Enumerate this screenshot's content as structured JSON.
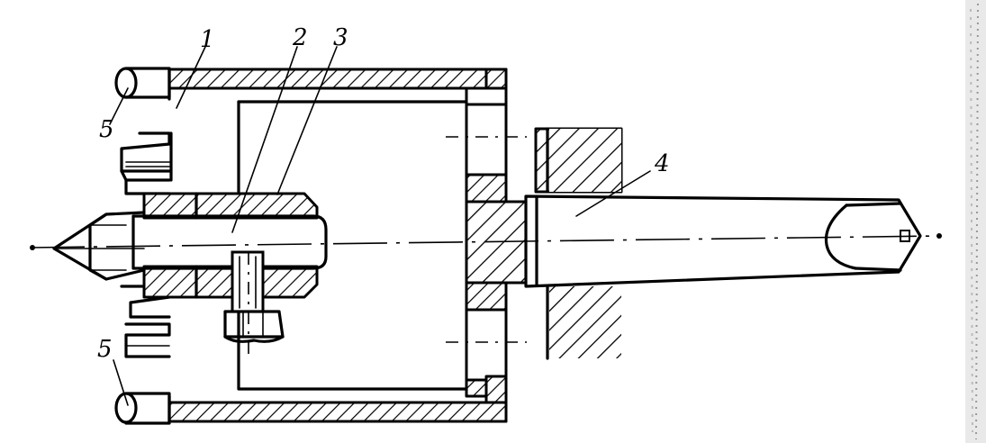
{
  "labels": {
    "housing": "1",
    "shaft": "2",
    "bushing": "3",
    "taper_shank": "4",
    "jaw_top": "5",
    "jaw_bottom": "5"
  }
}
